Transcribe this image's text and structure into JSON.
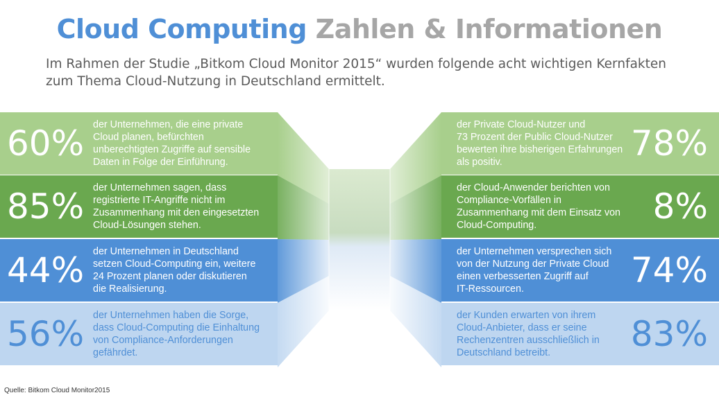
{
  "header": {
    "title_part1": "Cloud Computing",
    "title_part2": "Zahlen & Informationen",
    "subtitle": "Im Rahmen der Studie „Bitkom Cloud Monitor 2015“ wurden folgende acht wichtigen Kernfakten zum Thema Cloud-Nutzung in Deutschland ermittelt."
  },
  "left_facts": [
    {
      "percent": "60%",
      "text": "der Unternehmen,  die eine private\nCloud planen, befürchten\nunberechtigten Zugriffe auf sensible\nDaten in Folge der Einführung."
    },
    {
      "percent": "85%",
      "text": "der Unternehmen sagen, dass\nregistrierte IT-Angriffe nicht im\nZusammenhang mit den eingesetzten\nCloud-Lösungen  stehen."
    },
    {
      "percent": "44%",
      "text": "der Unternehmen  in Deutschland\nsetzen Cloud-Computing ein, weitere\n24 Prozent planen oder diskutieren\ndie Realisierung."
    },
    {
      "percent": "56%",
      "text": "der Unternehmen  haben die Sorge,\ndass Cloud-Computing  die Einhaltung\nvon Compliance-Anforderungen\ngefährdet."
    }
  ],
  "right_facts": [
    {
      "percent": "78%",
      "text": "der Private Cloud-Nutzer und\n73 Prozent der Public Cloud-Nutzer\nbewerten ihre bisherigen Erfahrungen\nals positiv."
    },
    {
      "percent": "8%",
      "text": "der Cloud-Anwender berichten von\nCompliance-Vorfällen in\nZusammenhang mit dem Einsatz von\nCloud-Computing."
    },
    {
      "percent": "74%",
      "text": "der Unternehmen  versprechen sich\nvon der Nutzung der Private Cloud\neinen verbesserten  Zugriff auf\nIT-Ressourcen."
    },
    {
      "percent": "83%",
      "text": "der Kunden  erwarten von ihrem\nCloud-Anbieter, dass er seine\nRechenzentren ausschließlich in\nDeutschland betreibt."
    }
  ],
  "footer": {
    "source": "Quelle: Bitkom Cloud Monitor2015"
  },
  "colors": {
    "light_green": "#a8cf8c",
    "green": "#6aa84f",
    "blue": "#4f8fd6",
    "light_blue": "#bed6f0",
    "title_gray": "#a6a6a6"
  }
}
